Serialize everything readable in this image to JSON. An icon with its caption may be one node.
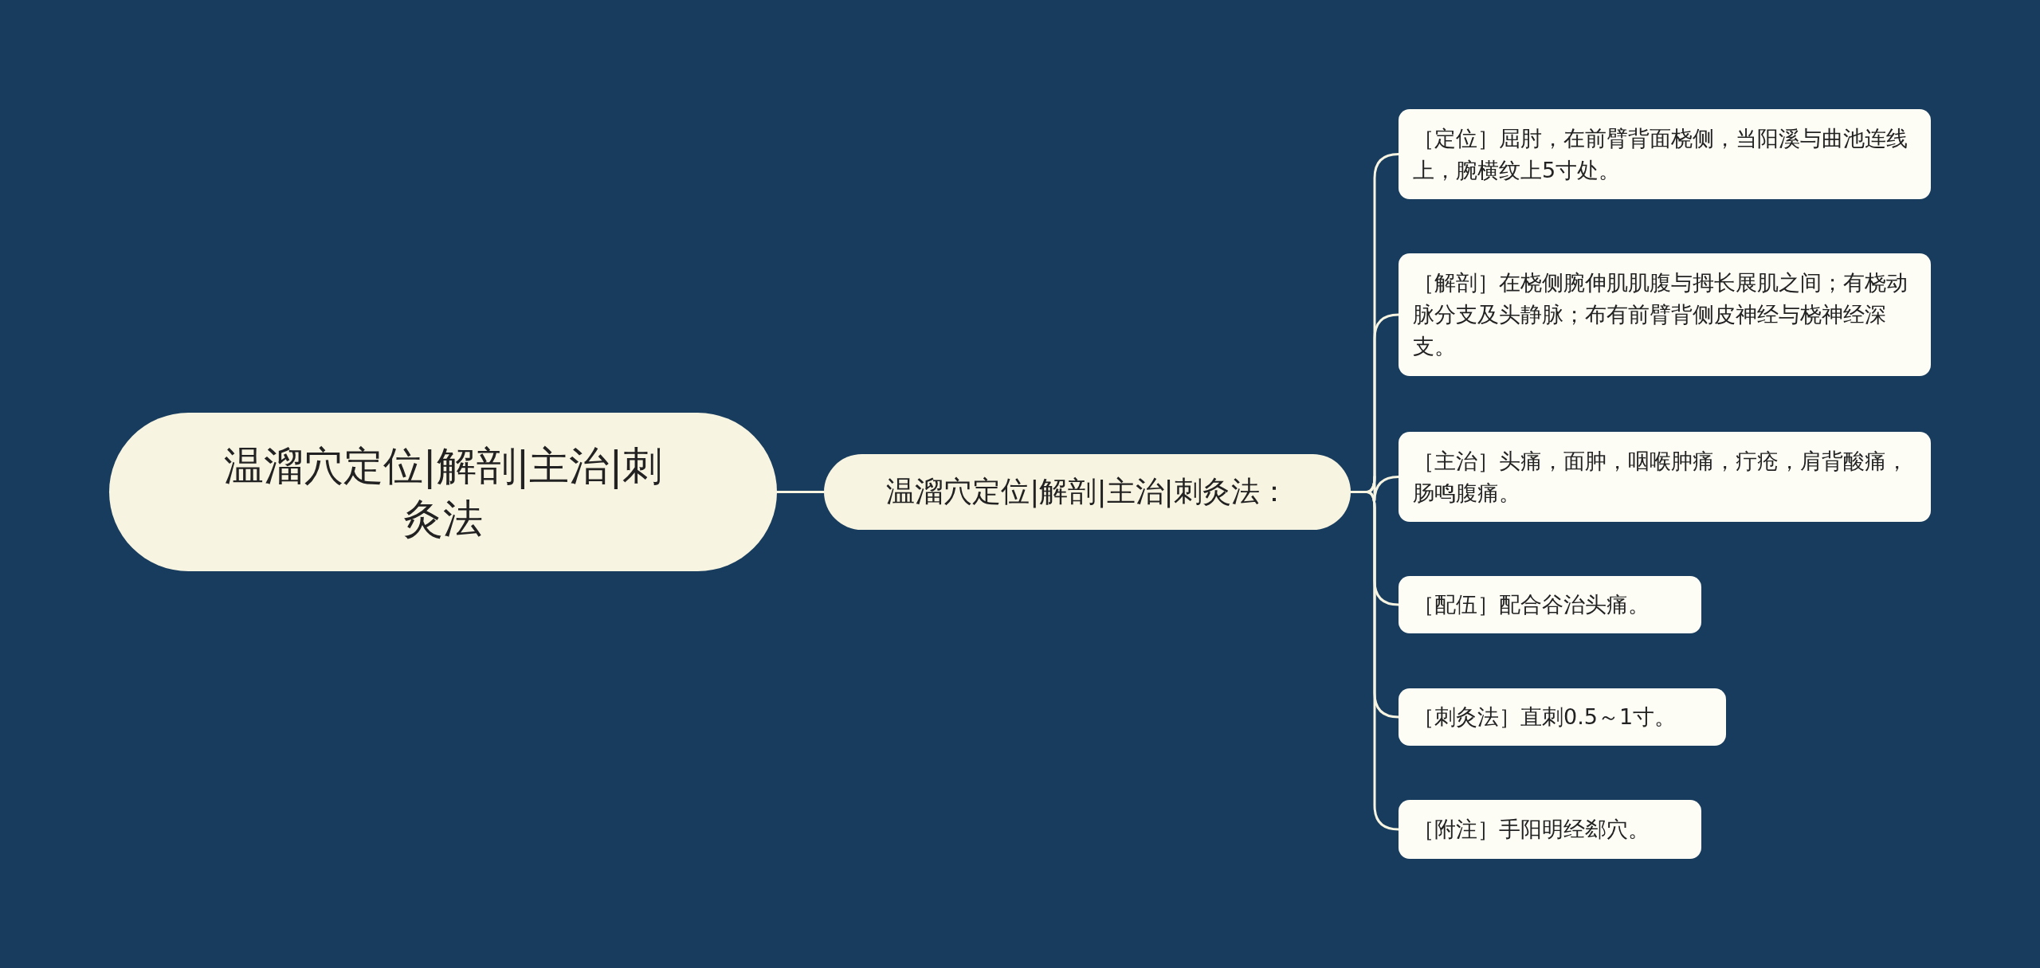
{
  "diagram": {
    "nodes": [
      {
        "text": [
          "温溜穴定位|解剖|主治|刺灸法"
        ]
      },
      {
        "text": [
          "温溜穴定位|解剖|主治|刺灸法："
        ]
      },
      {
        "text": [
          "［定位］屈肘，在前臂背面桡侧，当阳溪与曲池连线上，腕横纹上5寸处。"
        ]
      },
      {
        "text": [
          "［解剖］在桡侧腕伸肌肌腹与拇长展肌之间；有桡动脉分支及头静脉；布有前臂背侧皮神经与桡神经深支。"
        ]
      },
      {
        "text": [
          "［主治］头痛，面肿，咽喉肿痛，疔疮，肩背酸痛，肠鸣腹痛。"
        ]
      },
      {
        "text": [
          "［配伍］配合谷治头痛。"
        ]
      },
      {
        "text": [
          "［刺灸法］直刺0.5～1寸。"
        ]
      },
      {
        "text": [
          "［附注］手阳明经郄穴。"
        ]
      }
    ],
    "edges": [
      {
        "from": 0,
        "to": 1,
        "arrow": "none"
      },
      {
        "from": 1,
        "to": 2,
        "arrow": "none"
      },
      {
        "from": 1,
        "to": 3,
        "arrow": "none"
      },
      {
        "from": 1,
        "to": 4,
        "arrow": "none"
      },
      {
        "from": 1,
        "to": 5,
        "arrow": "none"
      },
      {
        "from": 1,
        "to": 6,
        "arrow": "none"
      },
      {
        "from": 1,
        "to": 7,
        "arrow": "none"
      }
    ]
  }
}
